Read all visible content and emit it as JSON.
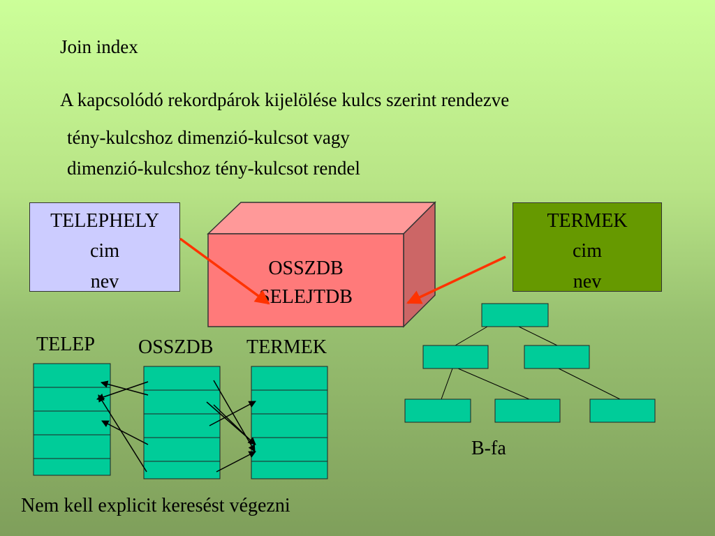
{
  "title": "Join index",
  "subtitle": "A kapcsolódó rekordpárok kijelölése kulcs szerint rendezve",
  "line1": "tény-kulcshoz dimenzió-kulcsot vagy",
  "line2": "dimenzió-kulcshoz tény-kulcsot rendel",
  "telephely_box": {
    "name": "TELEPHELY",
    "attr1": "cim",
    "attr2": "nev"
  },
  "fact_cube": {
    "attr1": "OSSZDB",
    "attr2": "SELEJTDB"
  },
  "termek_box": {
    "name": "TERMEK",
    "attr1": "cim",
    "attr2": "nev"
  },
  "table_labels": {
    "telep": "TELEP",
    "osszdb": "OSSZDB",
    "termek": "TERMEK"
  },
  "btree_label": "B-fa",
  "footer": "Nem kell explicit keresést végezni",
  "colors": {
    "telephely": "#ccccff",
    "termek": "#669900",
    "cube_front": "#ff7a7a",
    "cube_top": "#ff9999",
    "cube_side": "#cc6666",
    "cell": "#00cc99",
    "arrow_red": "#ff3300"
  }
}
